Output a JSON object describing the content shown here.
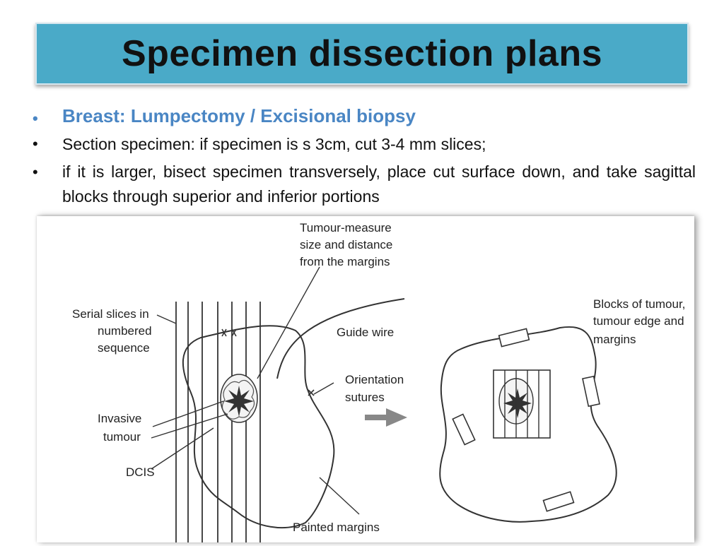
{
  "slide": {
    "title": "Specimen dissection plans",
    "bullets": [
      {
        "text": "Breast: Lumpectomy / Excisional biopsy"
      },
      {
        "text": "Section specimen: if specimen is s 3cm, cut 3-4 mm slices;"
      },
      {
        "text": "if it is larger, bisect specimen transversely, place cut surface down, and take sagittal blocks through superior and inferior portions"
      }
    ],
    "bullet_glyph": "•",
    "colors": {
      "title_bar": "#4aaac8",
      "heading_bullet": "#4a86c4"
    }
  },
  "figure": {
    "labels": {
      "tumour_measure": [
        "Tumour-measure",
        "size and distance",
        "from the margins"
      ],
      "serial_slices": [
        "Serial slices in",
        "numbered",
        "sequence"
      ],
      "guide_wire": "Guide wire",
      "orientation": [
        "Orientation",
        "sutures"
      ],
      "invasive": [
        "Invasive",
        "tumour"
      ],
      "dcis": "DCIS",
      "painted_margins": "Painted margins",
      "blocks": [
        "Blocks of tumour,",
        "tumour edge and",
        "margins"
      ]
    }
  }
}
